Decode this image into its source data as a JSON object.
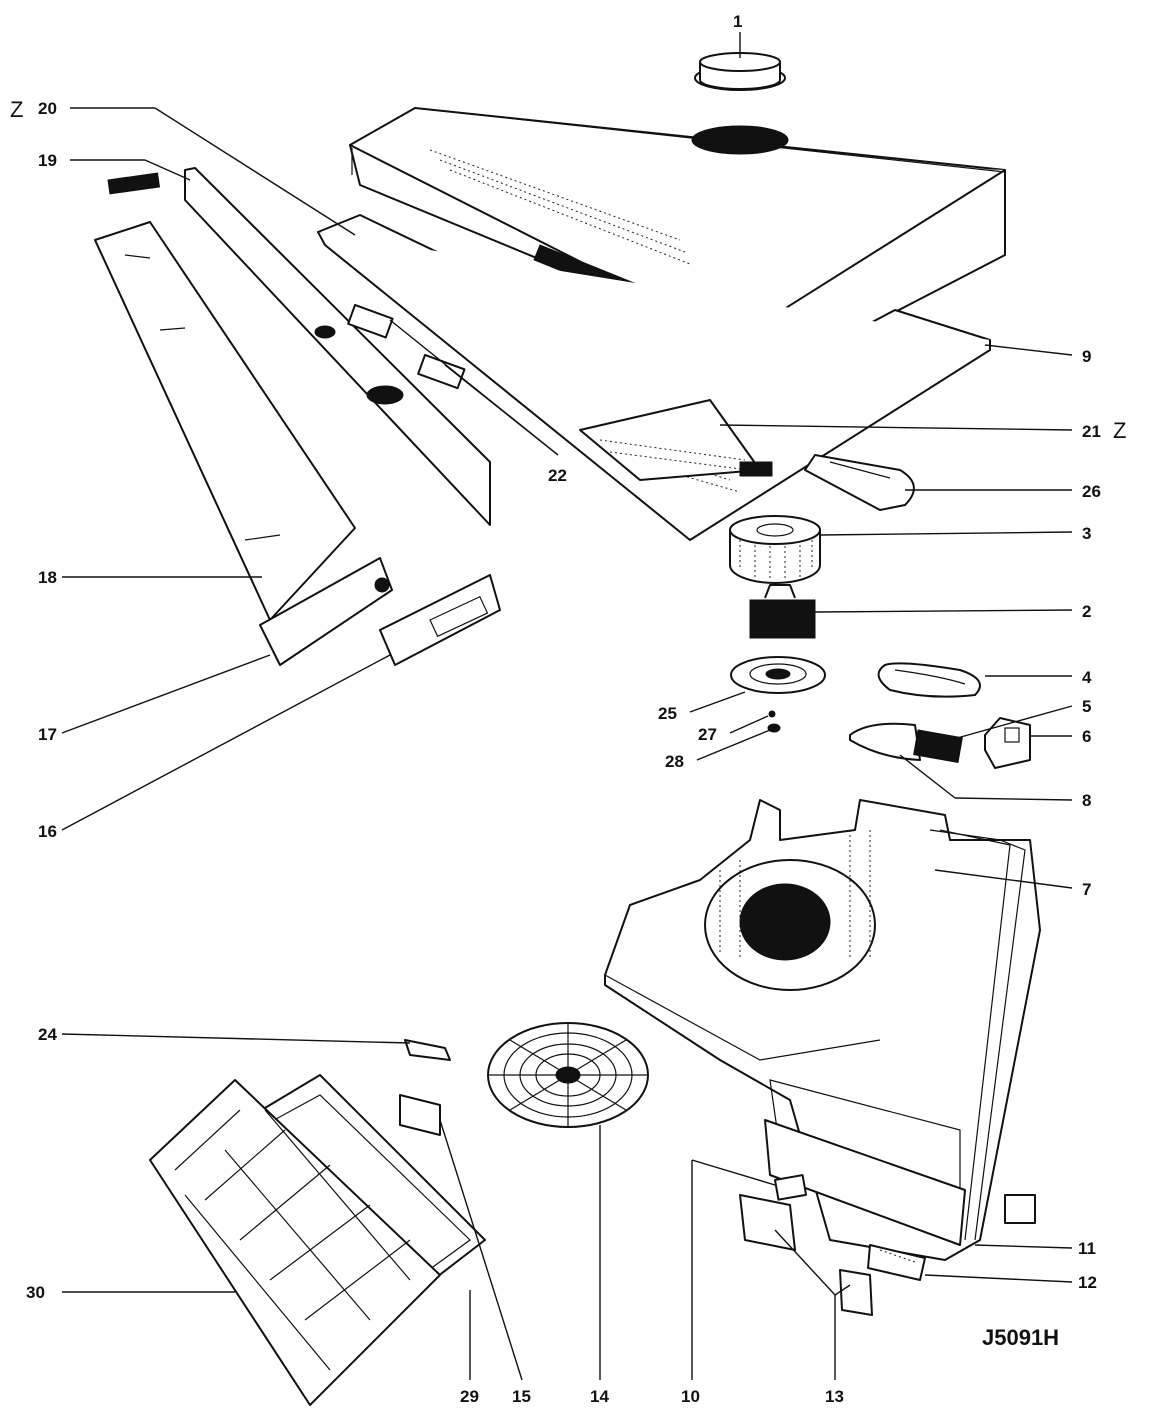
{
  "diagram": {
    "drawing_code": "J5091H",
    "section_markers": {
      "top_left": "Z",
      "right": "Z"
    },
    "callouts": [
      {
        "id": "c1",
        "text": "1"
      },
      {
        "id": "c2",
        "text": "2"
      },
      {
        "id": "c3",
        "text": "3"
      },
      {
        "id": "c4",
        "text": "4"
      },
      {
        "id": "c5",
        "text": "5"
      },
      {
        "id": "c6",
        "text": "6"
      },
      {
        "id": "c7",
        "text": "7"
      },
      {
        "id": "c8",
        "text": "8"
      },
      {
        "id": "c9",
        "text": "9"
      },
      {
        "id": "c10",
        "text": "10"
      },
      {
        "id": "c11",
        "text": "11"
      },
      {
        "id": "c12",
        "text": "12"
      },
      {
        "id": "c13",
        "text": "13"
      },
      {
        "id": "c14",
        "text": "14"
      },
      {
        "id": "c15",
        "text": "15"
      },
      {
        "id": "c16",
        "text": "16"
      },
      {
        "id": "c17",
        "text": "17"
      },
      {
        "id": "c18",
        "text": "18"
      },
      {
        "id": "c19",
        "text": "19"
      },
      {
        "id": "c20",
        "text": "20"
      },
      {
        "id": "c21",
        "text": "21"
      },
      {
        "id": "c22",
        "text": "22"
      },
      {
        "id": "c24",
        "text": "24"
      },
      {
        "id": "c25",
        "text": "25"
      },
      {
        "id": "c26",
        "text": "26"
      },
      {
        "id": "c27",
        "text": "27"
      },
      {
        "id": "c28",
        "text": "28"
      },
      {
        "id": "c29",
        "text": "29"
      },
      {
        "id": "c30",
        "text": "30"
      }
    ]
  }
}
